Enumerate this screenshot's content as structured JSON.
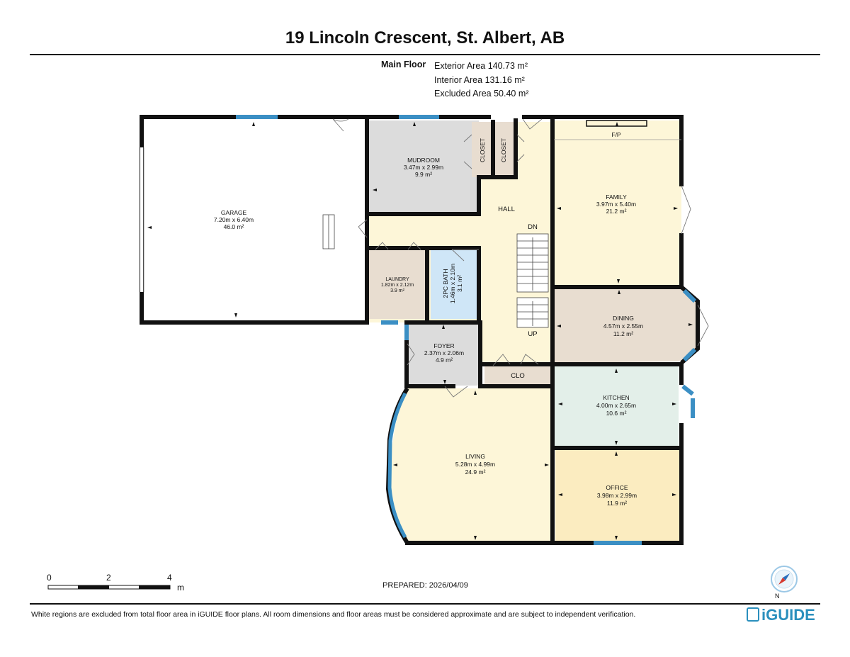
{
  "header": {
    "title": "19 Lincoln Crescent, St. Albert, AB",
    "floor_label": "Main Floor",
    "exterior_area": "Exterior Area 140.73 m²",
    "interior_area": "Interior Area 131.16 m²",
    "excluded_area": "Excluded Area 50.40 m²"
  },
  "rooms": {
    "garage": {
      "name": "GARAGE",
      "dims": "7.20m x 6.40m",
      "area": "46.0 m²"
    },
    "mudroom": {
      "name": "MUDROOM",
      "dims": "3.47m x 2.99m",
      "area": "9.9 m²"
    },
    "closet1": {
      "name": "CLOSET"
    },
    "closet2": {
      "name": "CLOSET"
    },
    "hall": {
      "name": "HALL"
    },
    "dn": {
      "name": "DN"
    },
    "up": {
      "name": "UP"
    },
    "family": {
      "name": "FAMILY",
      "dims": "3.97m x 5.40m",
      "area": "21.2 m²",
      "fp": "F/P"
    },
    "laundry": {
      "name": "LAUNDRY",
      "dims": "1.82m x 2.12m",
      "area": "3.9 m²"
    },
    "bath": {
      "name": "2PC BATH",
      "dims": "1.46m x 2.10m",
      "area": "3.1 m²"
    },
    "dining": {
      "name": "DINING",
      "dims": "4.57m x 2.55m",
      "area": "11.2 m²"
    },
    "foyer": {
      "name": "FOYER",
      "dims": "2.37m x 2.06m",
      "area": "4.9 m²"
    },
    "clo": {
      "name": "CLO"
    },
    "kitchen": {
      "name": "KITCHEN",
      "dims": "4.00m x 2.65m",
      "area": "10.6 m²"
    },
    "living": {
      "name": "LIVING",
      "dims": "5.28m x 4.99m",
      "area": "24.9 m²"
    },
    "office": {
      "name": "OFFICE",
      "dims": "3.98m x 2.99m",
      "area": "11.9 m²"
    }
  },
  "colors": {
    "wall": "#111111",
    "window": "#3b8fc4",
    "hall": "#fdf6d8",
    "gray_room": "#dcdcdc",
    "family": "#fdf6d8",
    "laundry": "#e8ddd0",
    "bath": "#cfe6f7",
    "dining": "#e8ddd0",
    "kitchen": "#e3efe9",
    "living": "#fdf6d8",
    "office": "#fbecc0",
    "logo": "#2a8fbd"
  },
  "scale": {
    "labels": [
      "0",
      "2",
      "4"
    ],
    "unit": "m"
  },
  "footer": {
    "prepared": "PREPARED: 2026/04/09",
    "disclaimer": "White regions are excluded from total floor area in iGUIDE floor plans. All room dimensions and floor areas must be considered approximate and are subject to independent verification.",
    "logo": "iGUIDE",
    "compass_label": "N"
  }
}
